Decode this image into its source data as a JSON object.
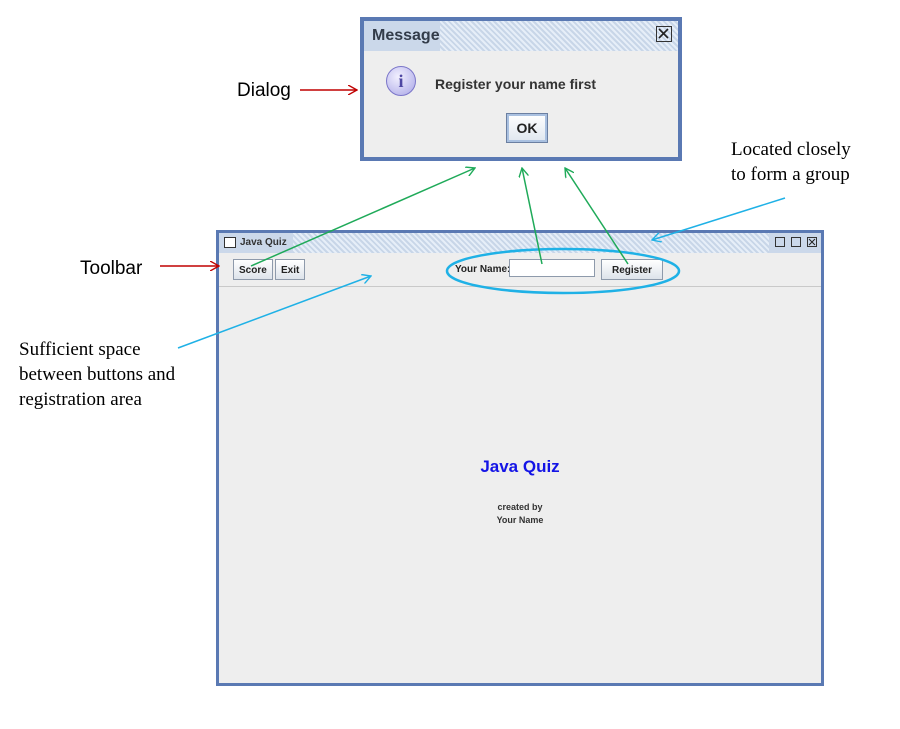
{
  "annotations": {
    "dialog": "Dialog",
    "toolbar": "Toolbar",
    "spacing": [
      "Sufficient space",
      "between buttons and",
      "registration area"
    ],
    "grouping": [
      "Located closely",
      "to form a group"
    ]
  },
  "dialog": {
    "title": "Message",
    "message": "Register your name first",
    "ok_label": "OK",
    "icon": "info-icon"
  },
  "window": {
    "title": "Java Quiz",
    "toolbar": {
      "score_label": "Score",
      "exit_label": "Exit",
      "name_label": "Your Name:",
      "name_value": "",
      "register_label": "Register"
    },
    "content": {
      "title": "Java Quiz",
      "created_by": "created by",
      "author": "Your Name"
    }
  },
  "colors": {
    "red_arrow": "#c00000",
    "green_arrow": "#1faa59",
    "blue_arrow": "#1fb1e6",
    "window_border": "#5a79b3",
    "title_blue": "#1414e6"
  }
}
